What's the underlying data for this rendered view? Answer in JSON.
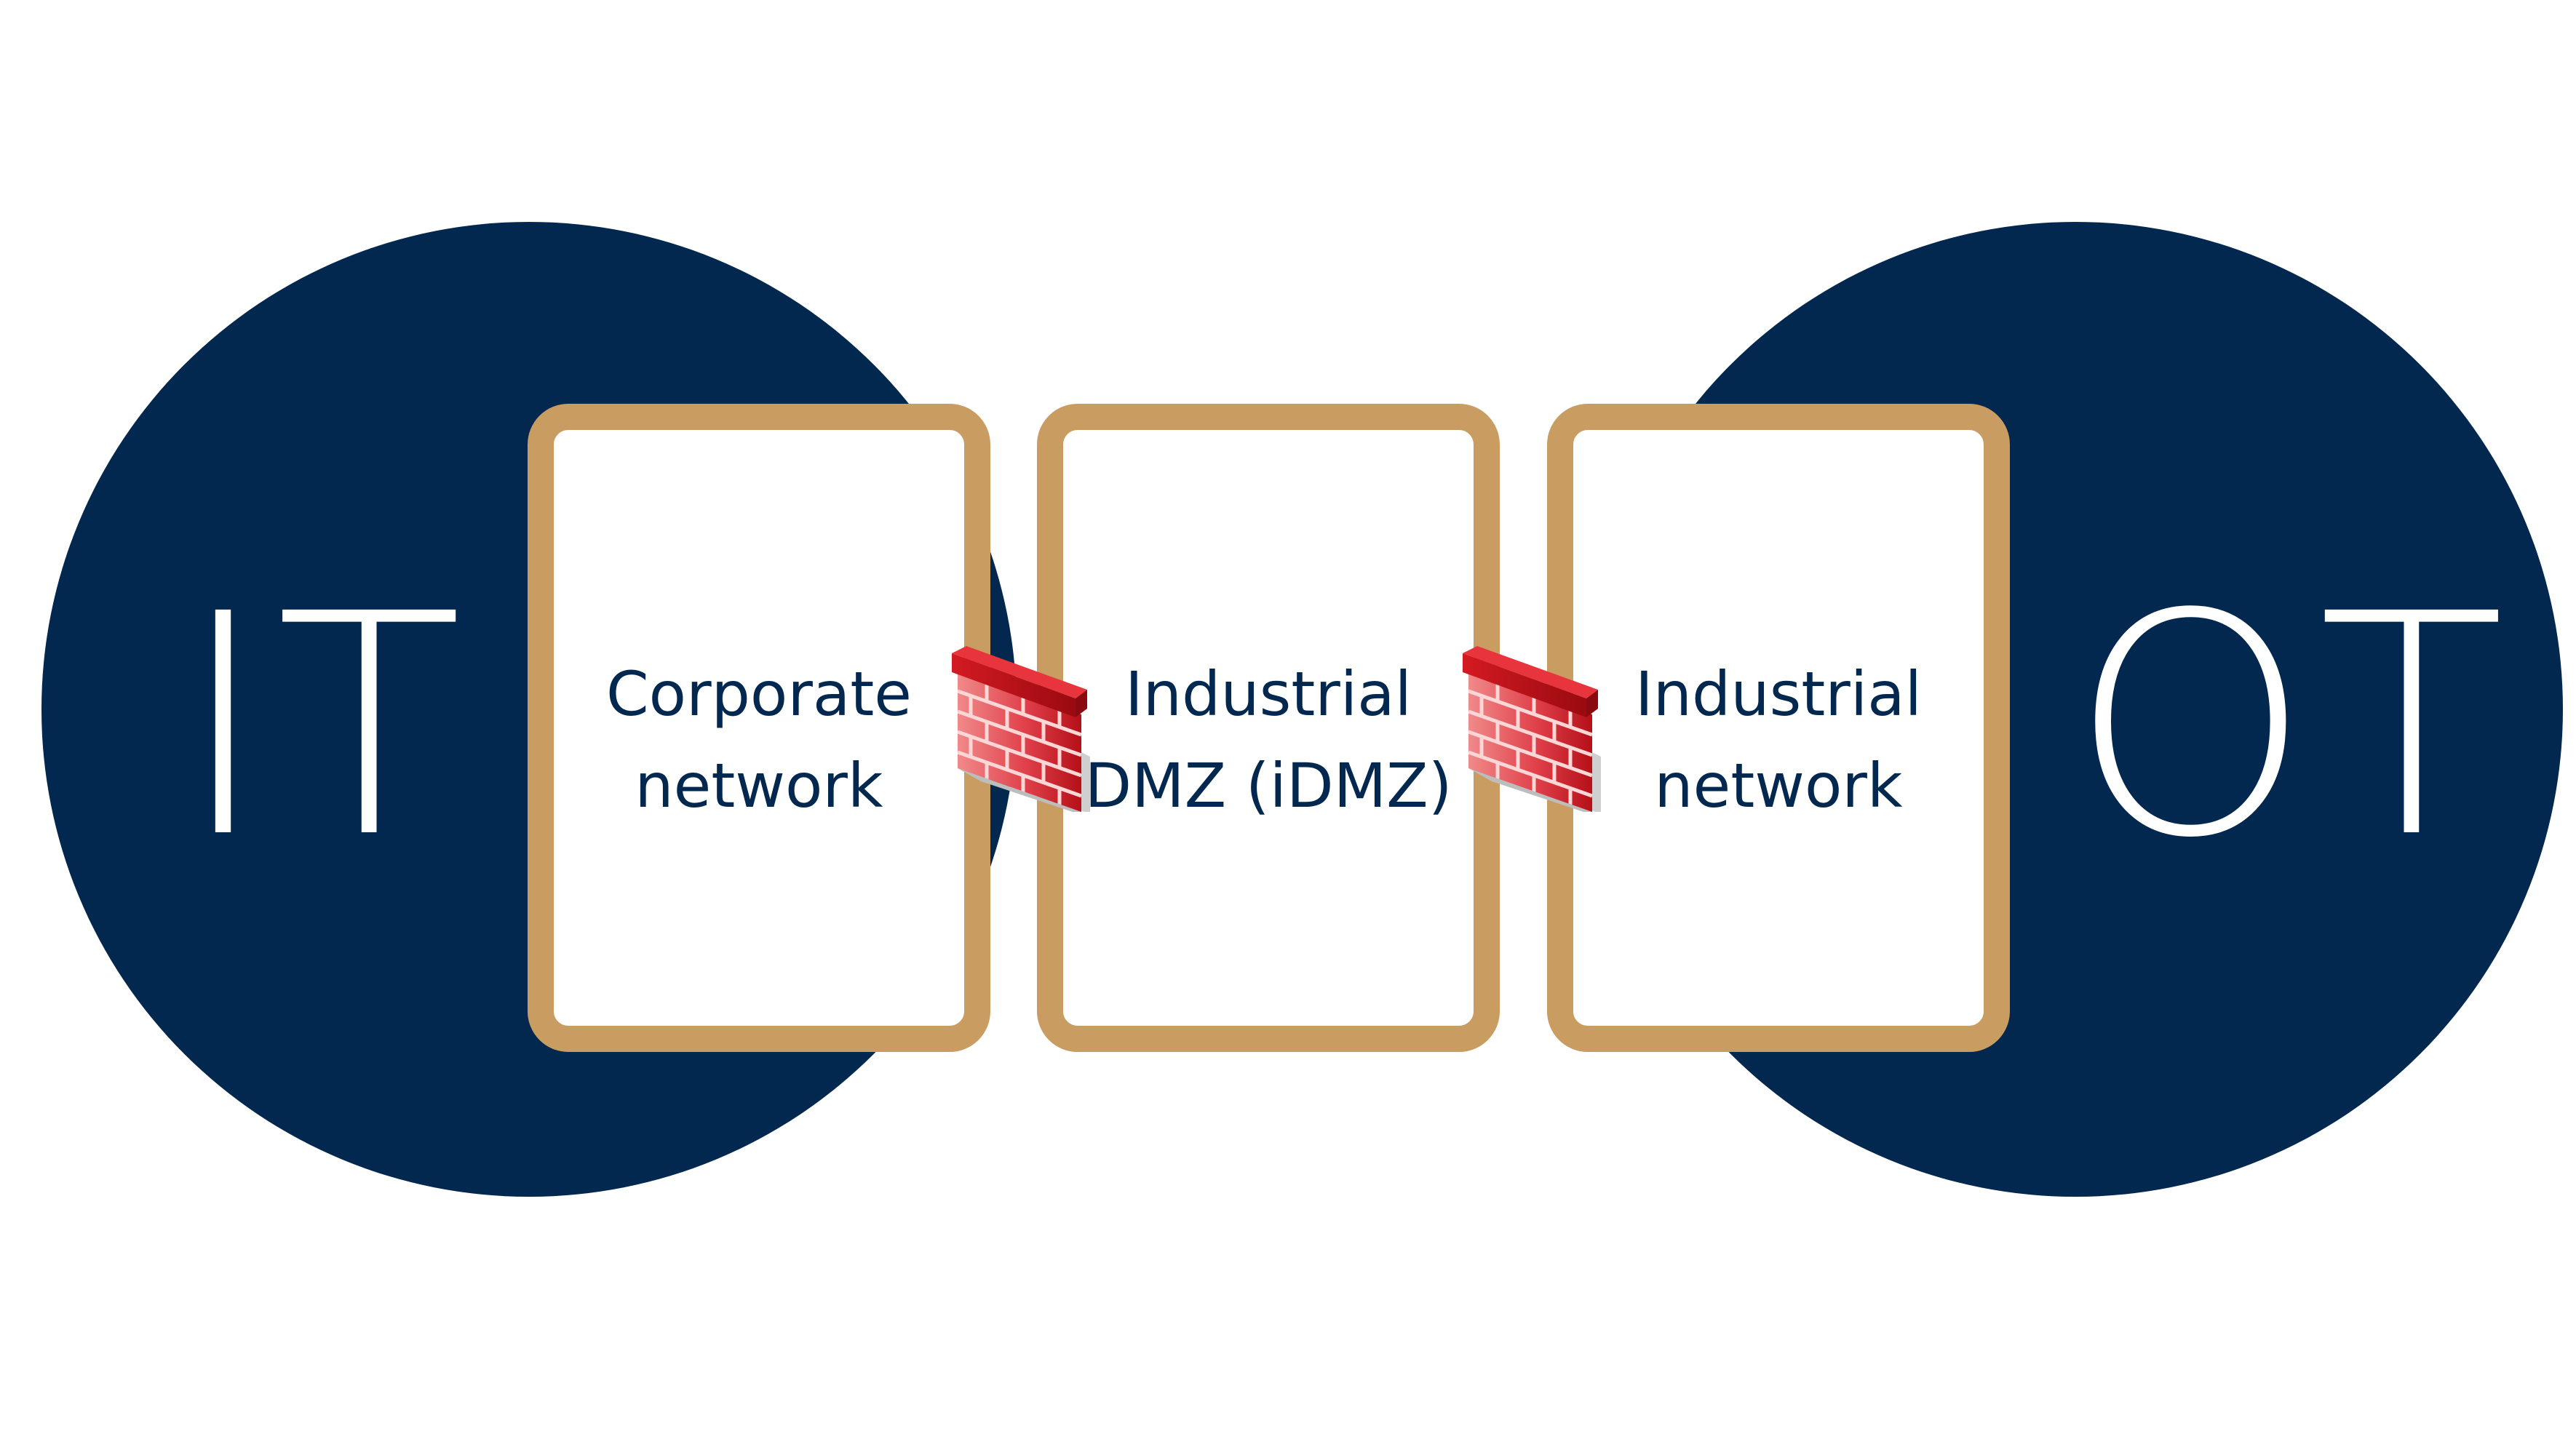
{
  "colors": {
    "navy": "#022850",
    "gold": "#C99C61",
    "firewall_red": "#C8141C"
  },
  "left_domain": {
    "label": "IT"
  },
  "right_domain": {
    "label": "OT"
  },
  "zones": [
    {
      "line1": "Corporate",
      "line2": "network"
    },
    {
      "line1": "Industrial",
      "line2": "DMZ (iDMZ)"
    },
    {
      "line1": "Industrial",
      "line2": "network"
    }
  ],
  "firewalls": [
    {
      "icon": "firewall-icon"
    },
    {
      "icon": "firewall-icon"
    }
  ]
}
